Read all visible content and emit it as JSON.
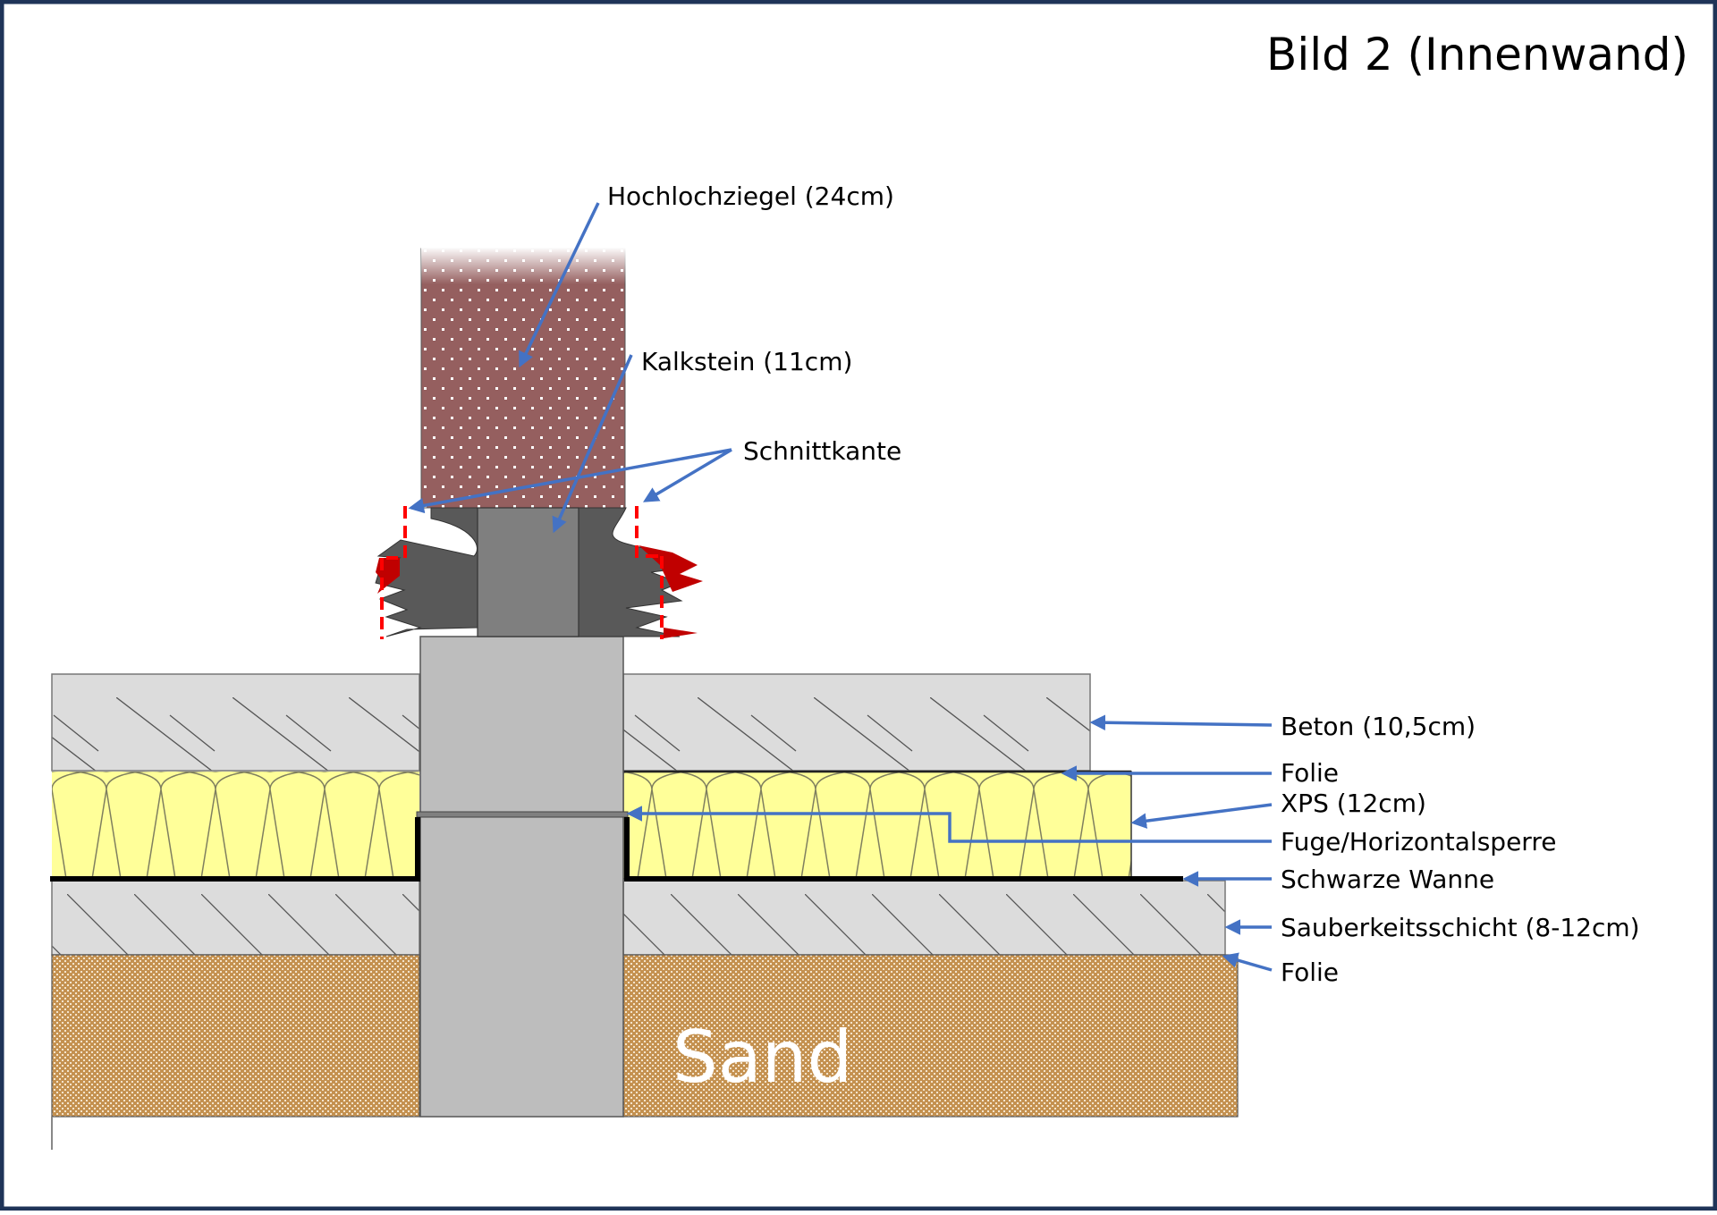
{
  "title": "Bild 2 (Innenwand)",
  "colors": {
    "frame": "#1f3458",
    "arrow": "#4472c4",
    "brick": "#955f5f",
    "kalkstein": "#7f7f7f",
    "foam": "#595959",
    "foam_cut": "#c00000",
    "cut_line": "#ff0000",
    "concrete": "#dcdcdc",
    "xps": "#ffff99",
    "column": "#bdbdbd",
    "sand": "#c49150",
    "wanne": "#000000"
  },
  "labels": {
    "hochlochziegel": "Hochlochziegel (24cm)",
    "kalkstein": "Kalkstein (11cm)",
    "schnittkante": "Schnittkante",
    "beton": "Beton (10,5cm)",
    "folie_top": "Folie",
    "xps": "XPS (12cm)",
    "fuge": "Fuge/Horizontalsperre",
    "wanne": "Schwarze Wanne",
    "sauberkeit": "Sauberkeitsschicht (8-12cm)",
    "folie_bottom": "Folie",
    "sand": "Sand"
  }
}
